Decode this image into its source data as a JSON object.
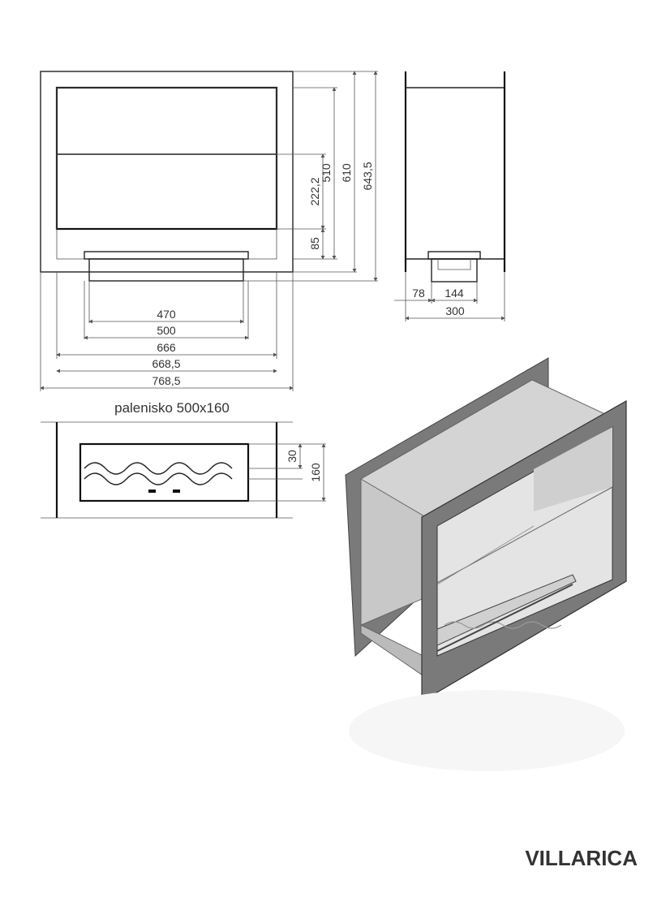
{
  "product": {
    "name": "VILLARICA"
  },
  "top_view": {
    "caption": "palenisko 500x160",
    "dimensions": {
      "depth_top": "30",
      "depth_total": "160"
    }
  },
  "front_view": {
    "widths": [
      "470",
      "500",
      "666",
      "668,5",
      "768,5"
    ],
    "heights": [
      "222,2",
      "85",
      "510",
      "610",
      "643,5"
    ]
  },
  "side_view": {
    "dimensions": {
      "offset": "78",
      "burner": "144",
      "depth": "300"
    }
  },
  "colors": {
    "line": "#111111",
    "dim_line": "#555555",
    "frame_gray": "#7a7a7a",
    "body_gray": "#c8c8c8"
  }
}
